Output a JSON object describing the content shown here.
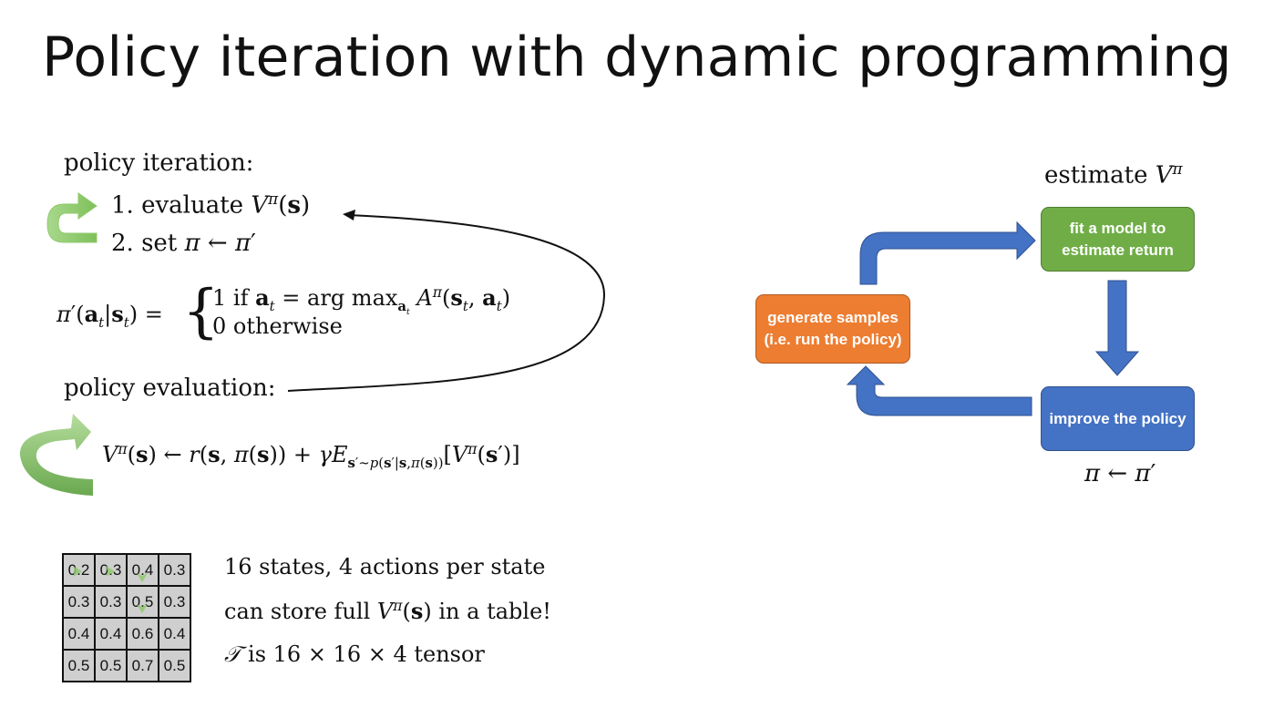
{
  "slide": {
    "title": "Policy iteration with dynamic programming"
  },
  "left": {
    "policy_iteration_label": "policy iteration:",
    "steps": [
      {
        "num": "1.",
        "text": "evaluate"
      },
      {
        "num": "2.",
        "text": "set"
      }
    ],
    "policy_eval_label": "policy evaluation:",
    "case_one": "1 if",
    "case_two": "0 otherwise",
    "argmax": "arg max",
    "max_label": "max"
  },
  "table_info": {
    "line1": "16 states, 4 actions per state",
    "line2_prefix": "can store full",
    "line2_suffix": "in a table!",
    "line3_suffix": "is 16 × 16 × 4 tensor"
  },
  "grid": {
    "rows": [
      [
        "0.2",
        "0.3",
        "0.4",
        "0.3"
      ],
      [
        "0.3",
        "0.3",
        "0.5",
        "0.3"
      ],
      [
        "0.4",
        "0.4",
        "0.6",
        "0.4"
      ],
      [
        "0.5",
        "0.5",
        "0.7",
        "0.5"
      ]
    ]
  },
  "diagram": {
    "estimate_label": "estimate",
    "fit_box": "fit a model to estimate return",
    "improve_box": "improve the policy",
    "generate_box": "generate samples (i.e. run the policy)",
    "colors": {
      "green": "#70ad47",
      "blue": "#4472c4",
      "orange": "#ed7d31",
      "arrow_green": "#8fca6c"
    }
  }
}
